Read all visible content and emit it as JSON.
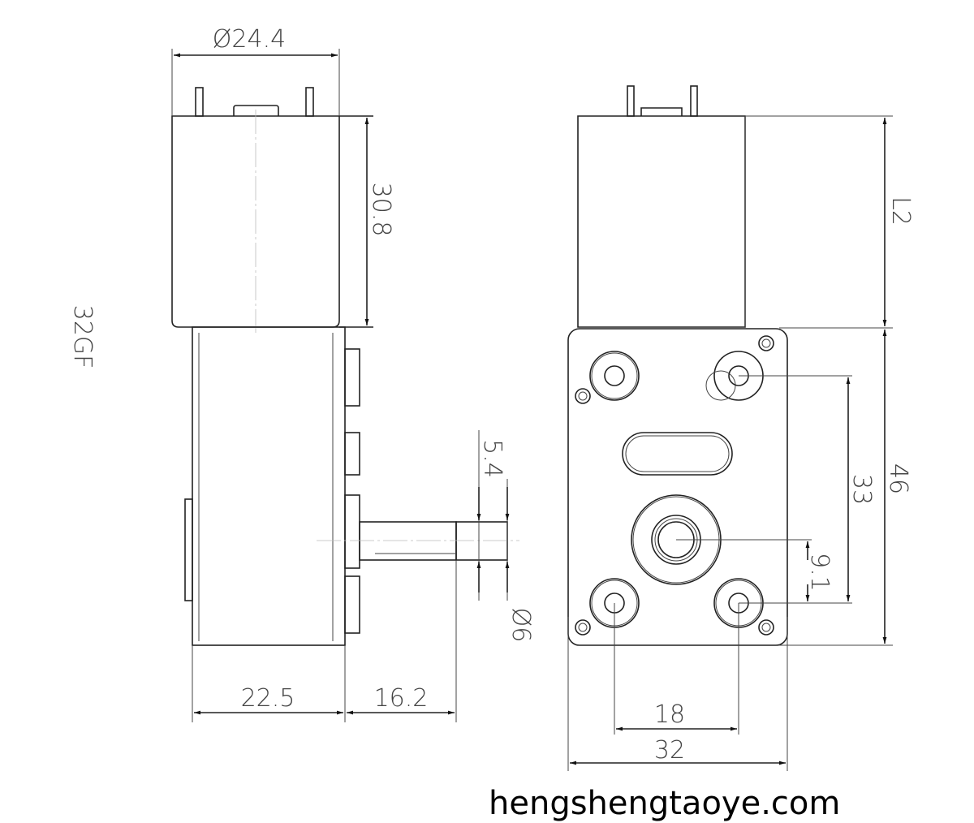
{
  "model_label": "32GF",
  "dimensions": {
    "motor_diameter": "Ø24.4",
    "motor_length": "30.8",
    "motor_length_side": "L2",
    "gearbox_depth": "22.5",
    "shaft_length": "16.2",
    "shaft_flat": "5.4",
    "shaft_diameter": "Ø6",
    "hole_spacing_vertical": "33",
    "plate_height": "46",
    "shaft_offset": "9.1",
    "hole_spacing_horizontal": "18",
    "plate_width": "32"
  },
  "watermark": "hengshengtaoye.com"
}
